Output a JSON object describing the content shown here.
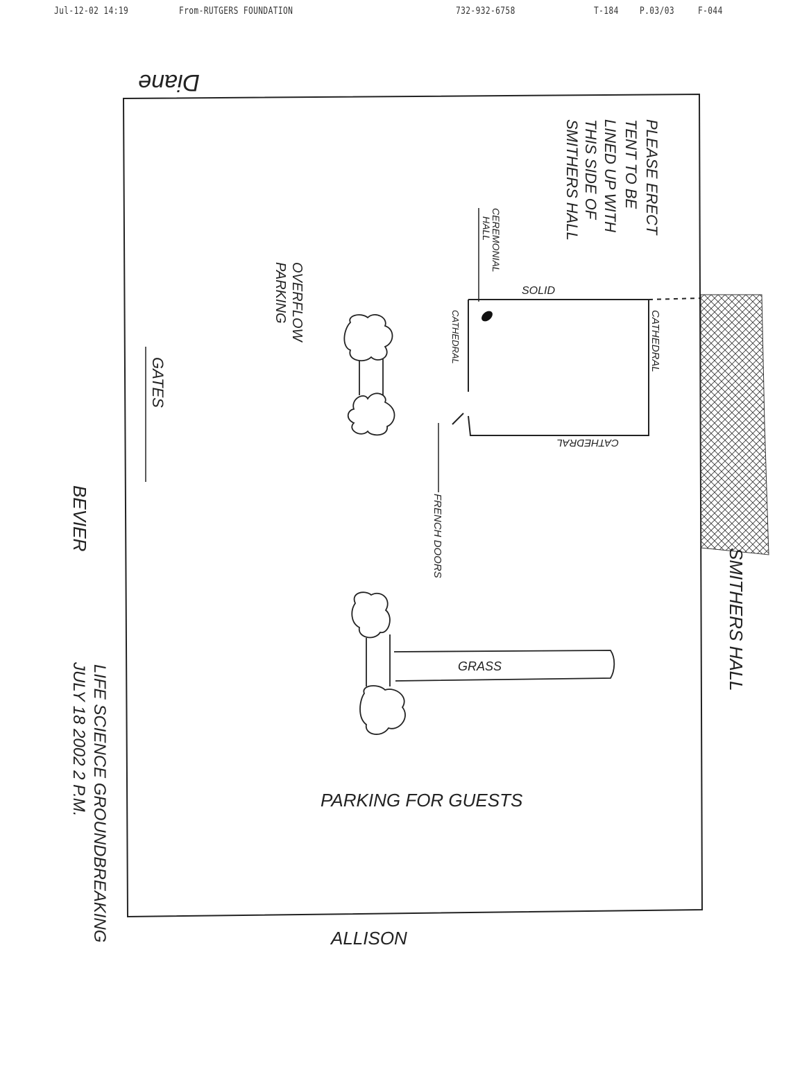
{
  "fax_header": {
    "date_time": "Jul-12-02  14:19",
    "from": "From-RUTGERS FOUNDATION",
    "phone": "732-932-6758",
    "transmission": "T-184",
    "page": "P.03/03",
    "fax_id": "F-044"
  },
  "signature": "Diane",
  "diagram": {
    "instruction_lines": [
      "PLEASE ERECT",
      "TENT TO BE",
      "LINED UP WITH",
      "THIS SIDE OF",
      "SMITHERS HALL"
    ],
    "ceremonial_hall": [
      "CEREMONIAL",
      "HALL"
    ],
    "solid_label": "SOLID",
    "cathedral_left": "CATHEDRAL",
    "cathedral_right": "CATHEDRAL",
    "cathedral_bottom": "CATHEDRAL",
    "overflow_parking": [
      "OVERFLOW",
      "PARKING"
    ],
    "gates": "GATES",
    "french_doors": "FRENCH DOORS",
    "grass": "GRASS",
    "parking_for_guests": "PARKING FOR GUESTS",
    "street_left": "BEVIER",
    "street_bottom": "ALLISON",
    "building_right": "SMITHERS HALL",
    "event_title": "LIFE SCIENCE GROUNDBREAKING",
    "event_date": "JULY 18 2002  2 P.M."
  }
}
